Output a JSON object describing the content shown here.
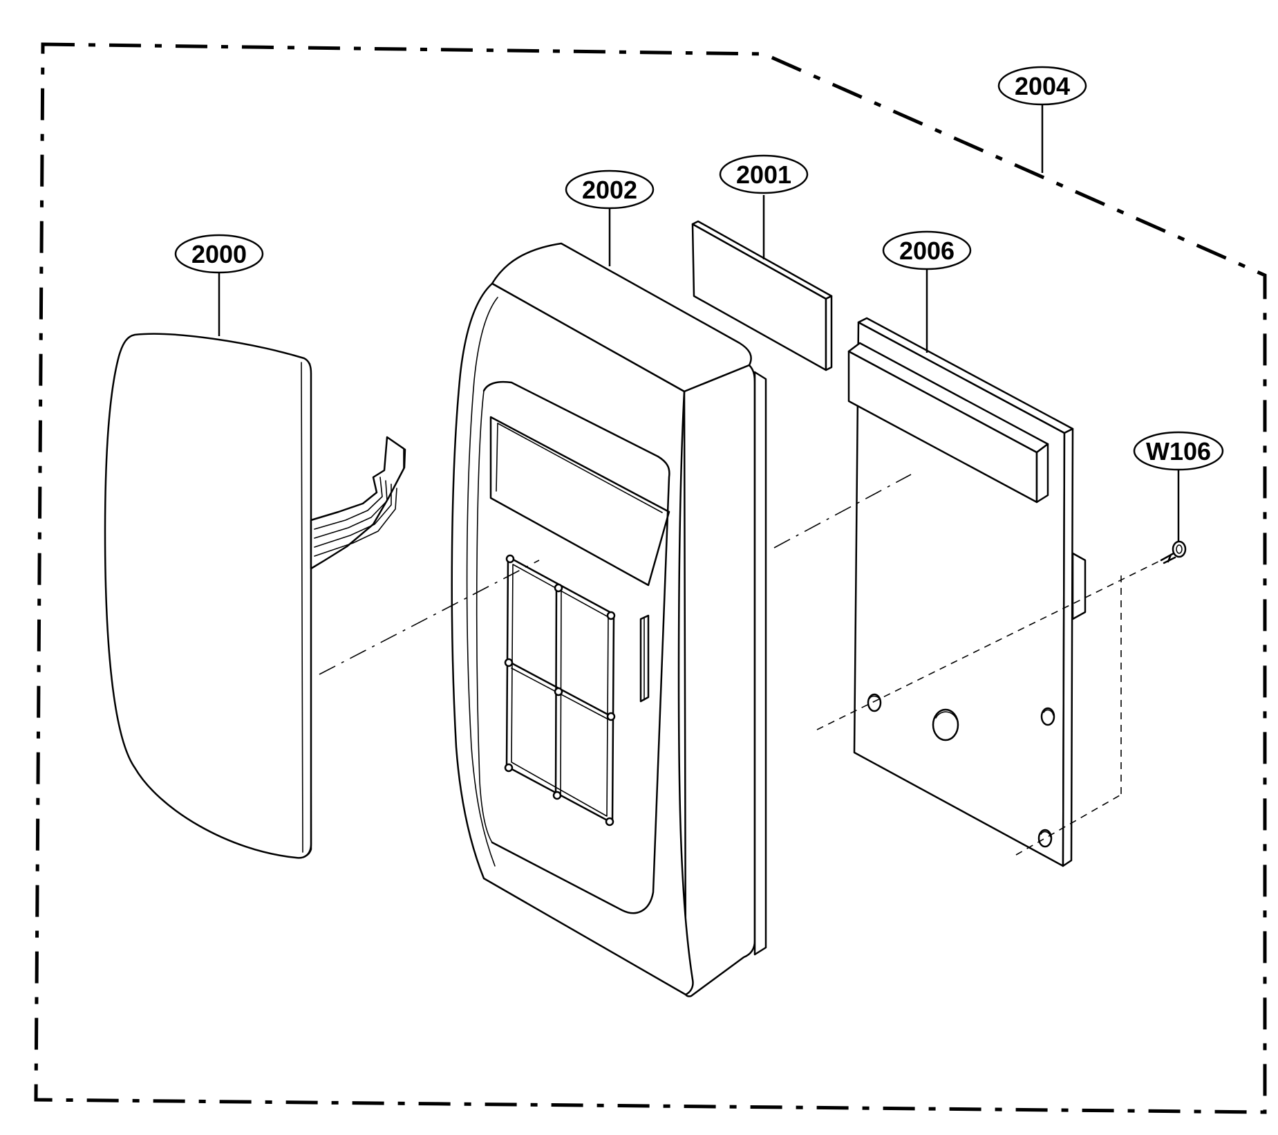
{
  "parts": [
    {
      "id": "2000"
    },
    {
      "id": "2002"
    },
    {
      "id": "2001"
    },
    {
      "id": "2006"
    },
    {
      "id": "2004"
    },
    {
      "id": "W106"
    }
  ]
}
